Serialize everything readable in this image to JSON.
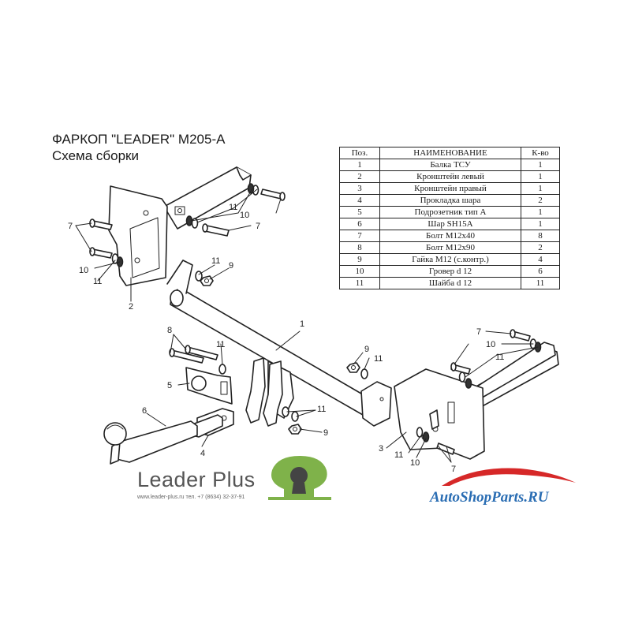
{
  "title": {
    "line1": "ФАРКОП \"LEADER\" M205-A",
    "line2": "Схема сборки"
  },
  "parts_table": {
    "headers": [
      "Поз.",
      "НАИМЕНОВАНИЕ",
      "К-во"
    ],
    "rows": [
      {
        "pos": "1",
        "name": "Балка ТСУ",
        "qty": "1"
      },
      {
        "pos": "2",
        "name": "Кронштейн левый",
        "qty": "1"
      },
      {
        "pos": "3",
        "name": "Кронштейн правый",
        "qty": "1"
      },
      {
        "pos": "4",
        "name": "Прокладка шара",
        "qty": "2"
      },
      {
        "pos": "5",
        "name": "Подрозетник тип А",
        "qty": "1"
      },
      {
        "pos": "6",
        "name": "Шар SH15A",
        "qty": "1"
      },
      {
        "pos": "7",
        "name": "Болт М12x40",
        "qty": "8"
      },
      {
        "pos": "8",
        "name": "Болт М12x90",
        "qty": "2"
      },
      {
        "pos": "9",
        "name": "Гайка М12 (с.контр.)",
        "qty": "4"
      },
      {
        "pos": "10",
        "name": "Гровер d 12",
        "qty": "6"
      },
      {
        "pos": "11",
        "name": "Шайба d 12",
        "qty": "11"
      }
    ]
  },
  "callouts": {
    "c1": "1",
    "c2": "2",
    "c3": "3",
    "c4": "4",
    "c5": "5",
    "c6": "6",
    "c7a": "7",
    "c7b": "7",
    "c7c": "7",
    "c7d": "7",
    "c8": "8",
    "c9a": "9",
    "c9b": "9",
    "c9c": "9",
    "c10a": "10",
    "c10b": "10",
    "c10c": "10",
    "c10d": "10",
    "c11a": "11",
    "c11b": "11",
    "c11c": "11",
    "c11d": "11",
    "c11e": "11",
    "c11f": "11",
    "c11g": "11",
    "c11h": "11"
  },
  "brand": {
    "name": "Leader Plus",
    "contacts": "www.leader-plus.ru   тел. +7 (8634) 32-37-91",
    "logo_color": "#7fb24a",
    "logo_dark": "#444444"
  },
  "watermark": {
    "text": "AutoShopParts.RU",
    "color": "#2a6db3",
    "accent": "#d62828"
  }
}
